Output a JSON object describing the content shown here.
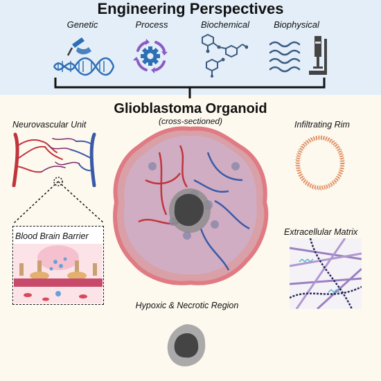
{
  "header": {
    "title": "Engineering Perspectives",
    "perspectives": [
      {
        "label": "Genetic",
        "icon": "dna-pipette-icon"
      },
      {
        "label": "Process",
        "icon": "process-gear-icon"
      },
      {
        "label": "Biochemical",
        "icon": "molecule-icon"
      },
      {
        "label": "Biophysical",
        "icon": "waves-compression-icon"
      }
    ]
  },
  "organoid": {
    "title": "Glioblastoma Organoid",
    "subtitle": "(cross-sectioned)"
  },
  "features": {
    "neurovascular": "Neurovascular Unit",
    "bbb": "Blood Brain Barrier",
    "rim": "Infiltrating Rim",
    "ecm": "Extracellular Matrix",
    "hypoxic": "Hypoxic & Necrotic Region"
  },
  "colors": {
    "band": "#e3eef9",
    "background": "#fdf9ef",
    "artery": "#c0343c",
    "vein": "#3a5aa8",
    "accent_purple": "#7a5aa8",
    "organoid_fill": "#c98a92",
    "necrotic": "#555555"
  }
}
